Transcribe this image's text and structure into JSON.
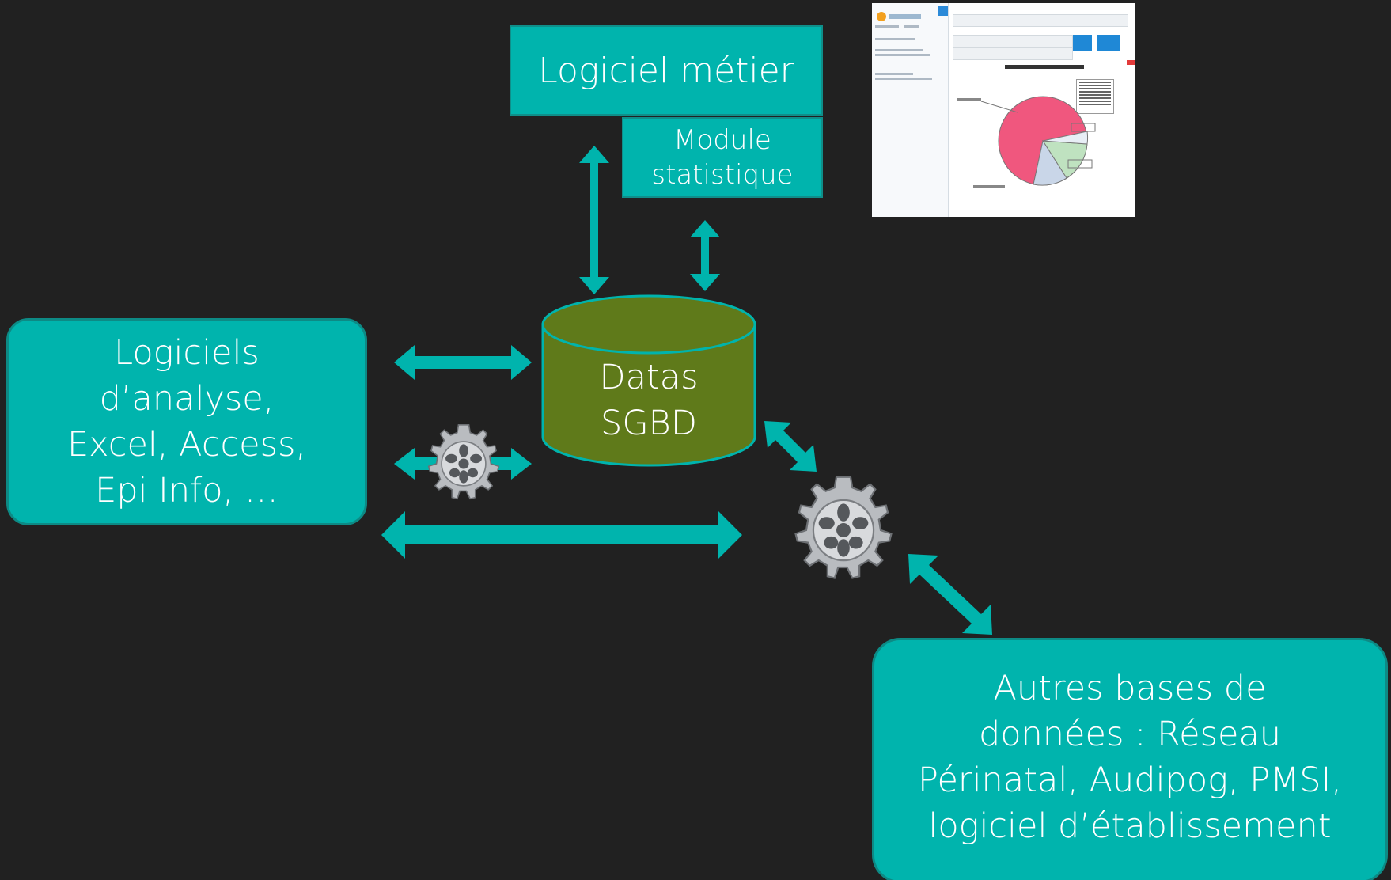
{
  "diagram": {
    "background_color": "#212121",
    "accent_color": "#00b4ad",
    "database_color": "#5f7a1a",
    "nodes": {
      "logiciel_metier": {
        "label": "Logiciel métier"
      },
      "module_statistique": {
        "label": "Module\nstatistique"
      },
      "datas_sgbd": {
        "label": "Datas\nSGBD",
        "shape": "cylinder"
      },
      "logiciels_analyse": {
        "label": "Logiciels\nd’analyse,\nExcel, Access,\nEpi Info, …"
      },
      "autres_bases": {
        "label": "Autres bases de\ndonnées  : Réseau\nPérinatal, Audipog, PMSI,\nlogiciel d’établissement"
      }
    },
    "icons": [
      "gear-icon",
      "gear-icon"
    ],
    "connectors": [
      {
        "from": "logiciel_metier",
        "to": "datas_sgbd",
        "type": "double-arrow"
      },
      {
        "from": "module_statistique",
        "to": "datas_sgbd",
        "type": "double-arrow"
      },
      {
        "from": "logiciels_analyse",
        "to": "datas_sgbd",
        "type": "double-arrow"
      },
      {
        "from": "logiciels_analyse",
        "to": "datas_sgbd",
        "type": "double-arrow",
        "via": "gear-icon"
      },
      {
        "from": "logiciels_analyse",
        "to": "gear-icon",
        "type": "double-arrow"
      },
      {
        "from": "datas_sgbd",
        "to": "gear-icon",
        "type": "double-arrow"
      },
      {
        "from": "gear-icon",
        "to": "autres_bases",
        "type": "double-arrow"
      }
    ],
    "thumbnail": {
      "description_icon": "software-screenshot-thumbnail",
      "pie_colors": [
        "#f0577e",
        "#bfe2c0",
        "#c9d6e8",
        "#e8eef6"
      ]
    }
  }
}
